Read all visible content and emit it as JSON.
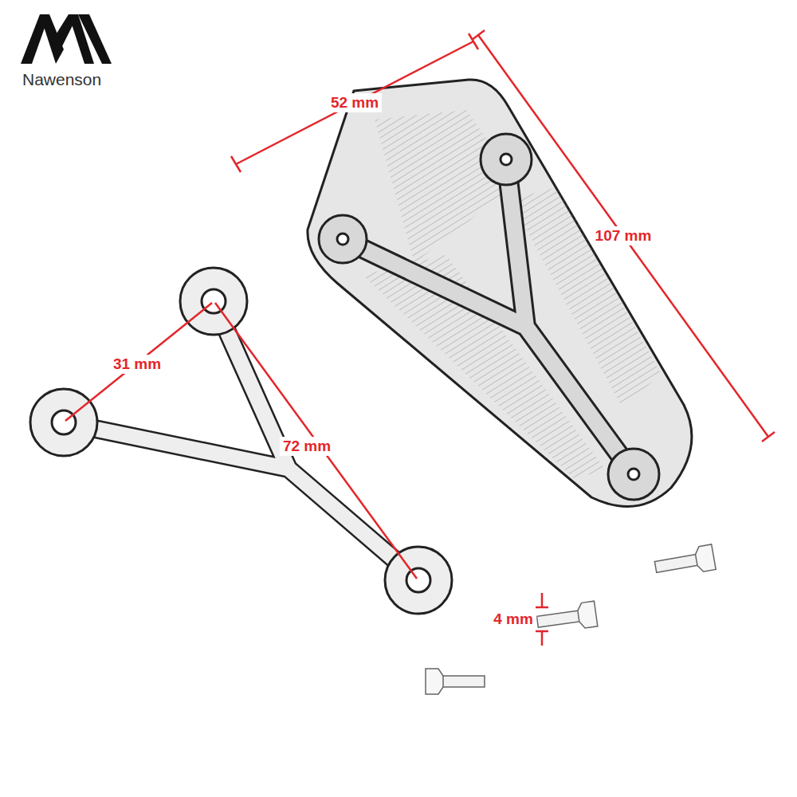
{
  "diagram": {
    "labels": [
      "Nawenson",
      "52 mm",
      "107 mm",
      "31 mm",
      "72 mm",
      "4 mm"
    ]
  }
}
